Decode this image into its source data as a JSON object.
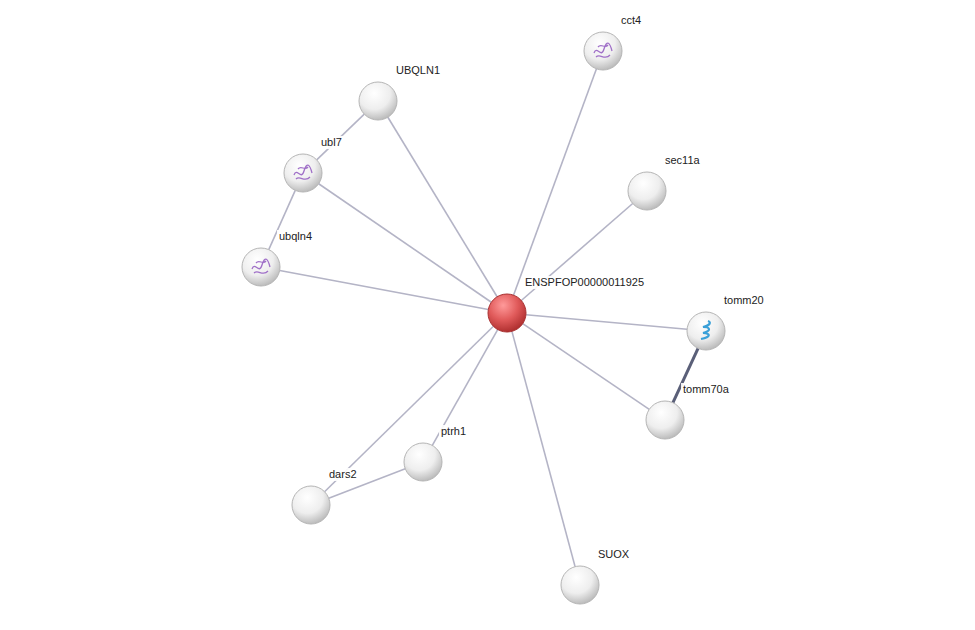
{
  "diagram": {
    "nodes": [
      {
        "text": [
          "UBQLN1"
        ]
      },
      {
        "text": [
          "cct4"
        ]
      },
      {
        "text": [
          "ubl7"
        ]
      },
      {
        "text": [
          "sec11a"
        ]
      },
      {
        "text": [
          "ubqln4"
        ]
      },
      {
        "text": [
          "ENSPFOP00000011925"
        ]
      },
      {
        "text": [
          "tomm20"
        ]
      },
      {
        "text": [
          "tomm70a"
        ]
      },
      {
        "text": [
          "ptrh1"
        ]
      },
      {
        "text": [
          "dars2"
        ]
      },
      {
        "text": [
          "SUOX"
        ]
      }
    ],
    "edges": [
      {
        "from": 5,
        "to": 0,
        "arrow": "none"
      },
      {
        "from": 5,
        "to": 1,
        "arrow": "none"
      },
      {
        "from": 5,
        "to": 2,
        "arrow": "none"
      },
      {
        "from": 5,
        "to": 3,
        "arrow": "none"
      },
      {
        "from": 5,
        "to": 4,
        "arrow": "none"
      },
      {
        "from": 5,
        "to": 6,
        "arrow": "none"
      },
      {
        "from": 5,
        "to": 7,
        "arrow": "none"
      },
      {
        "from": 5,
        "to": 8,
        "arrow": "none"
      },
      {
        "from": 5,
        "to": 9,
        "arrow": "none"
      },
      {
        "from": 5,
        "to": 10,
        "arrow": "none"
      },
      {
        "from": 0,
        "to": 2,
        "arrow": "none"
      },
      {
        "from": 2,
        "to": 4,
        "arrow": "none"
      },
      {
        "from": 6,
        "to": 7,
        "arrow": "none"
      },
      {
        "from": 8,
        "to": 9,
        "arrow": "none"
      }
    ]
  }
}
